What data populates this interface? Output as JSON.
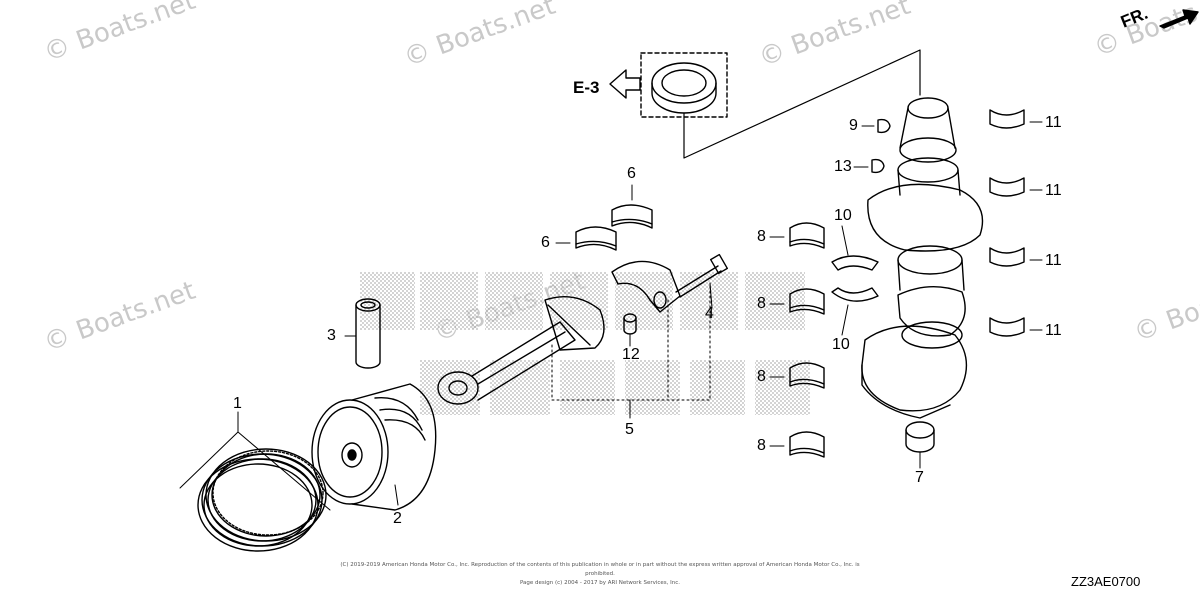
{
  "watermarks": [
    "© Boats.net",
    "© Boats.net",
    "© Boats.net",
    "© Boats.net",
    "© Boats.net",
    "© Boats.net",
    "© Boats.net"
  ],
  "direction_label": "FR.",
  "reference_label": "E-3",
  "callouts": {
    "piston_ring_set": "1",
    "piston": "2",
    "piston_pin": "3",
    "rod_bolt": "4",
    "connecting_rod": "5",
    "rod_bearing_upper": "6",
    "rod_bearing_lower": "6",
    "crankshaft": "7",
    "main_bearing_1": "8",
    "main_bearing_2": "8",
    "main_bearing_3": "8",
    "main_bearing_4": "8",
    "woodruff_key": "9",
    "thrust_washer_upper": "10",
    "thrust_washer_lower": "10",
    "main_bearing_upper_1": "11",
    "main_bearing_upper_2": "11",
    "main_bearing_upper_3": "11",
    "main_bearing_upper_4": "11",
    "dowel_pin": "12",
    "woodruff_key_2": "13"
  },
  "copyright_lines": [
    "(C) 2019-2019 American Honda Motor Co., Inc. Reproduction of the contents of this publication in whole or in part without the express written approval of American Honda Motor Co., Inc. is prohibited.",
    "Page design (c) 2004 - 2017 by ARI Network Services, Inc."
  ],
  "diagram_code": "ZZ3AE0700",
  "colors": {
    "line": "#000000",
    "watermark": "#c9c9c9",
    "background": "#ffffff"
  },
  "icons": [
    "direction-arrow-icon",
    "reference-arrow-icon"
  ]
}
